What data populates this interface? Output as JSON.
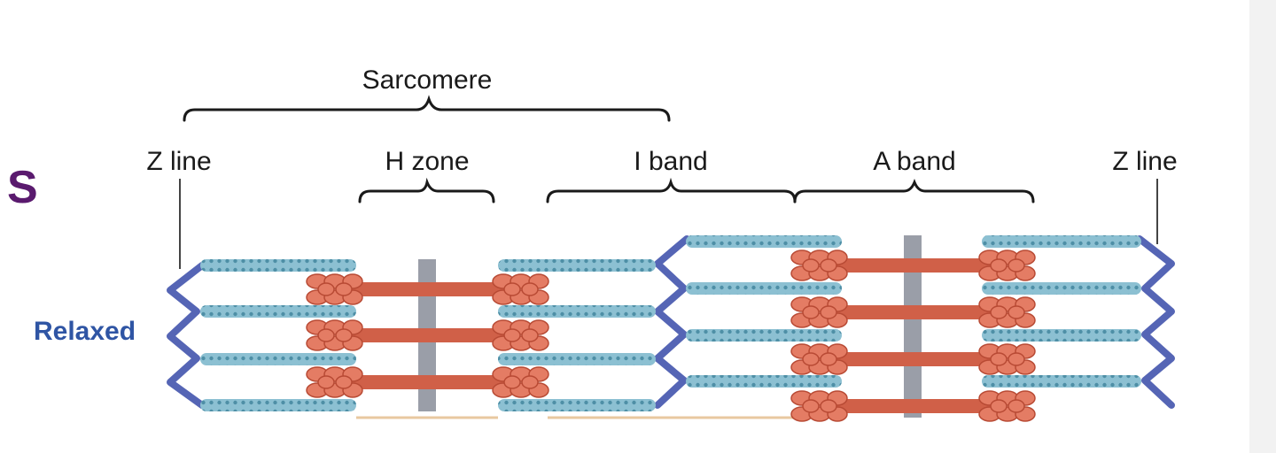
{
  "labels": {
    "sarcomere": "Sarcomere",
    "z_line_left": "Z line",
    "h_zone": "H zone",
    "i_band": "I band",
    "a_band": "A band",
    "z_line_right": "Z line",
    "side_letter": "S",
    "state": "Relaxed"
  },
  "colors": {
    "z_disc": "#5565b5",
    "thin_filament": "#8cc0d2",
    "thin_dots": "#4e8fa6",
    "thick_rod": "#d06048",
    "myosin_head": "#e47c64",
    "m_line": "#9a9ea8",
    "brace": "#1a1a1a",
    "side_letter": "#5a1a6e",
    "state_label": "#2f55a4",
    "zone_underline": "#e8c8a0"
  }
}
